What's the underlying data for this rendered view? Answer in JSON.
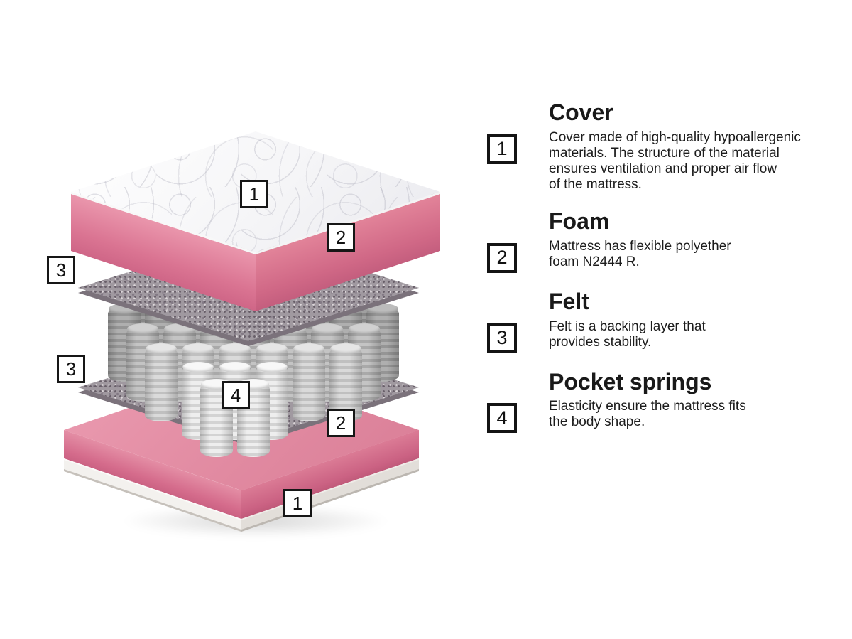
{
  "colors": {
    "foam_pink": "#e18aa1",
    "felt_gray": "#a099a0",
    "marker_border": "#161616"
  },
  "diagram": {
    "markers": [
      {
        "label": "1"
      },
      {
        "label": "2"
      },
      {
        "label": "3"
      },
      {
        "label": "3"
      },
      {
        "label": "4"
      },
      {
        "label": "2"
      },
      {
        "label": "1"
      }
    ]
  },
  "legend": {
    "items": [
      {
        "number": "1",
        "title": "Cover",
        "description": "Cover made of high-quality hypoallergenic\nmaterials. The structure of the material\nensures ventilation and proper air flow\nof the mattress."
      },
      {
        "number": "2",
        "title": "Foam",
        "description": "Mattress has flexible polyether\nfoam N2444 R."
      },
      {
        "number": "3",
        "title": "Felt",
        "description": "Felt is a backing layer that\nprovides stability."
      },
      {
        "number": "4",
        "title": "Pocket springs",
        "description": "Elasticity ensure the mattress fits\nthe body shape."
      }
    ]
  }
}
